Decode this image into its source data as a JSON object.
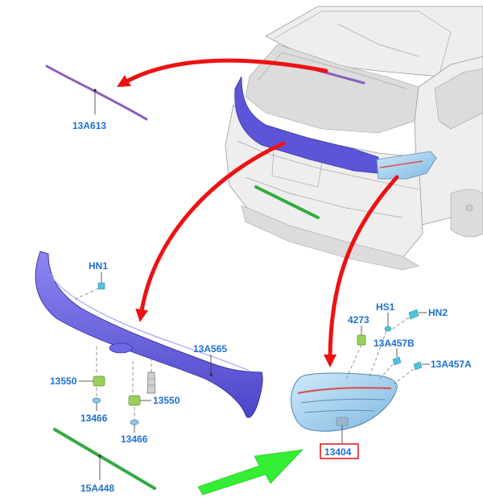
{
  "callouts": {
    "trim_strip_top": "13A613",
    "pad_clip_hn1": "HN1",
    "spoiler": "13A565",
    "clip_left": "13550",
    "clip_right": "13550",
    "screw_left": "13466",
    "screw_right": "13466",
    "molding_green": "15A448",
    "bulb_socket": "4273",
    "hs1": "HS1",
    "hn2": "HN2",
    "nut_b": "13A457B",
    "nut_a": "13A457A",
    "tail_lamp": "13404"
  },
  "colors": {
    "part_purple": "#6f68e6",
    "trim_purple": "#8a5ec0",
    "molding_green": "#33aa44",
    "arrow_red": "#ee1111",
    "arrow_green": "#33ee33",
    "lamp_blue": "#a9d6f2",
    "callout_blue": "#1f6fd1",
    "highlight_box": "#e02020"
  }
}
